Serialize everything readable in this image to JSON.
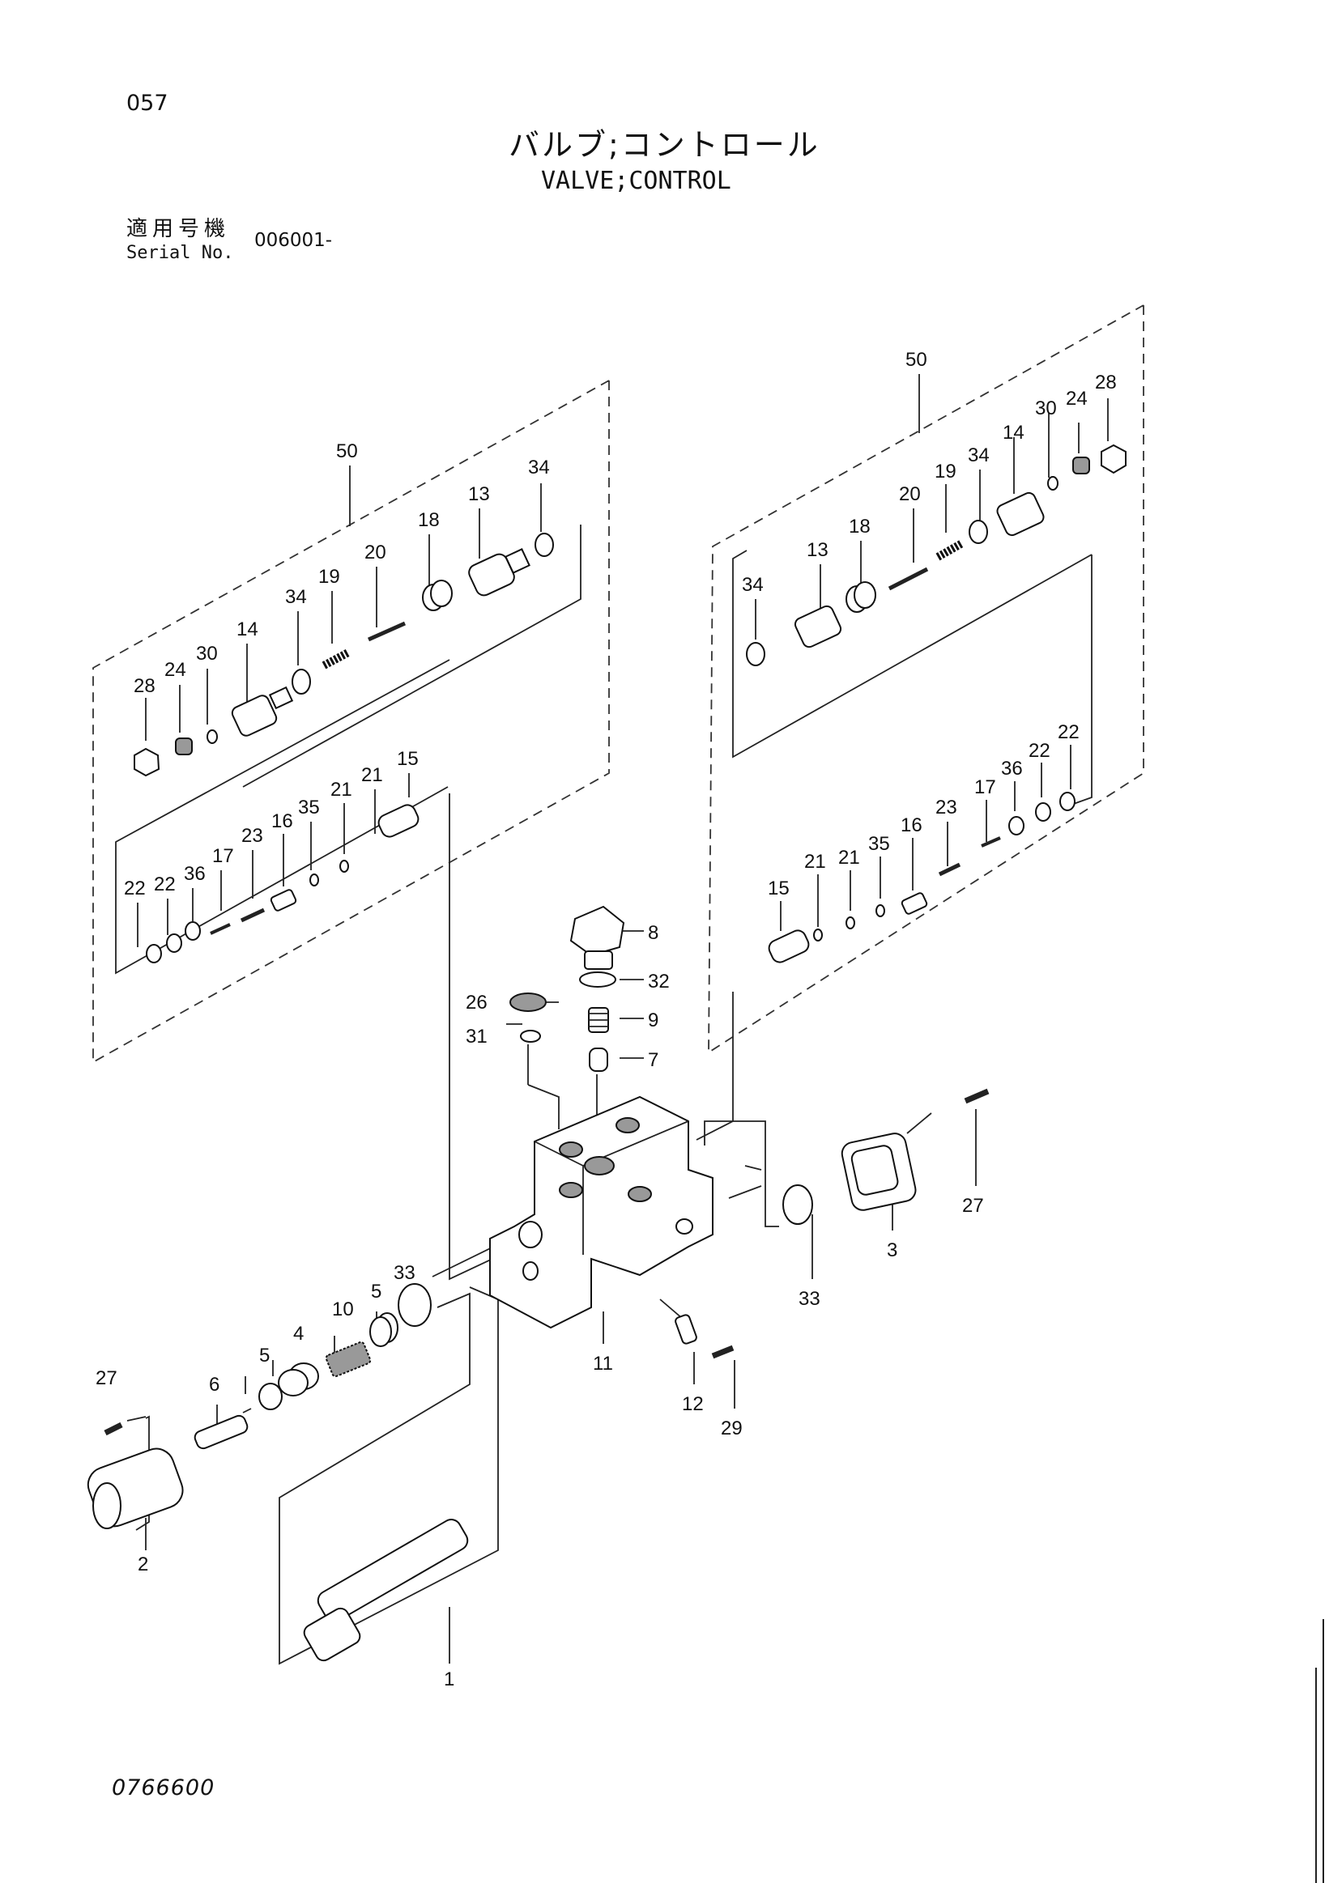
{
  "page": {
    "number": "057",
    "title_jp": "バルブ;コントロール",
    "title_en": "VALVE;CONTROL",
    "serial_label_jp": "適用号機",
    "serial_label_en": "Serial No.",
    "serial_value": "006001-",
    "figure_number": "0766600"
  },
  "callouts": [
    {
      "id": "c50-left",
      "label": "50"
    },
    {
      "id": "c34-left-top",
      "label": "34"
    },
    {
      "id": "c13-left",
      "label": "13"
    },
    {
      "id": "c18-left",
      "label": "18"
    },
    {
      "id": "c20-left",
      "label": "20"
    },
    {
      "id": "c19-left",
      "label": "19"
    },
    {
      "id": "c34-left-mid",
      "label": "34"
    },
    {
      "id": "c14-left",
      "label": "14"
    },
    {
      "id": "c30-left",
      "label": "30"
    },
    {
      "id": "c24-left",
      "label": "24"
    },
    {
      "id": "c28-left",
      "label": "28"
    },
    {
      "id": "c15-left",
      "label": "15"
    },
    {
      "id": "c21-left-a",
      "label": "21"
    },
    {
      "id": "c21-left-b",
      "label": "21"
    },
    {
      "id": "c35-left",
      "label": "35"
    },
    {
      "id": "c16-left",
      "label": "16"
    },
    {
      "id": "c23-left",
      "label": "23"
    },
    {
      "id": "c17-left",
      "label": "17"
    },
    {
      "id": "c36-left",
      "label": "36"
    },
    {
      "id": "c22-left-a",
      "label": "22"
    },
    {
      "id": "c22-left-b",
      "label": "22"
    },
    {
      "id": "c50-right",
      "label": "50"
    },
    {
      "id": "c28-right",
      "label": "28"
    },
    {
      "id": "c24-right",
      "label": "24"
    },
    {
      "id": "c30-right",
      "label": "30"
    },
    {
      "id": "c14-right",
      "label": "14"
    },
    {
      "id": "c34-right-top",
      "label": "34"
    },
    {
      "id": "c19-right",
      "label": "19"
    },
    {
      "id": "c20-right",
      "label": "20"
    },
    {
      "id": "c18-right",
      "label": "18"
    },
    {
      "id": "c13-right",
      "label": "13"
    },
    {
      "id": "c34-right-mid",
      "label": "34"
    },
    {
      "id": "c22-right-a",
      "label": "22"
    },
    {
      "id": "c22-right-b",
      "label": "22"
    },
    {
      "id": "c36-right",
      "label": "36"
    },
    {
      "id": "c17-right",
      "label": "17"
    },
    {
      "id": "c23-right",
      "label": "23"
    },
    {
      "id": "c16-right",
      "label": "16"
    },
    {
      "id": "c35-right",
      "label": "35"
    },
    {
      "id": "c21-right-a",
      "label": "21"
    },
    {
      "id": "c21-right-b",
      "label": "21"
    },
    {
      "id": "c15-right",
      "label": "15"
    },
    {
      "id": "c8",
      "label": "8"
    },
    {
      "id": "c32",
      "label": "32"
    },
    {
      "id": "c9",
      "label": "9"
    },
    {
      "id": "c7",
      "label": "7"
    },
    {
      "id": "c26",
      "label": "26"
    },
    {
      "id": "c31",
      "label": "31"
    },
    {
      "id": "c27-right",
      "label": "27"
    },
    {
      "id": "c3",
      "label": "3"
    },
    {
      "id": "c33-right",
      "label": "33"
    },
    {
      "id": "c11",
      "label": "11"
    },
    {
      "id": "c12",
      "label": "12"
    },
    {
      "id": "c29",
      "label": "29"
    },
    {
      "id": "c33-left",
      "label": "33"
    },
    {
      "id": "c5-a",
      "label": "5"
    },
    {
      "id": "c10",
      "label": "10"
    },
    {
      "id": "c4",
      "label": "4"
    },
    {
      "id": "c5-b",
      "label": "5"
    },
    {
      "id": "c6",
      "label": "6"
    },
    {
      "id": "c27-left",
      "label": "27"
    },
    {
      "id": "c2",
      "label": "2"
    },
    {
      "id": "c1",
      "label": "1"
    }
  ]
}
